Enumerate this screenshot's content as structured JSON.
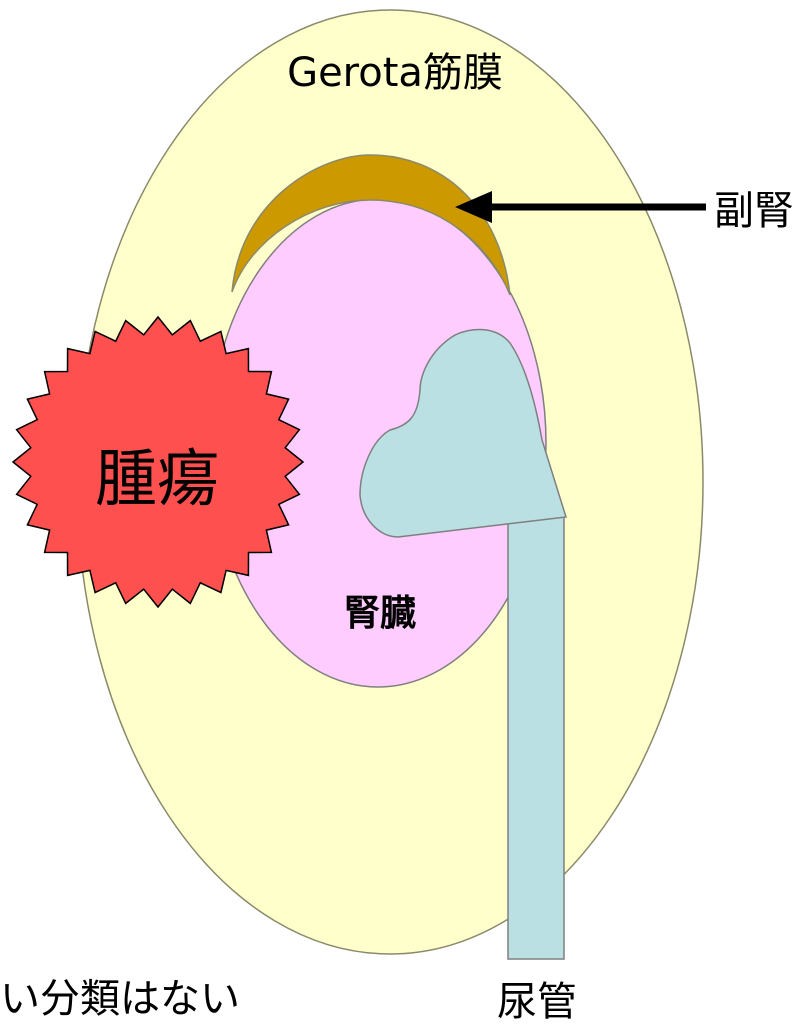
{
  "labels": {
    "fascia": "Gerota筋膜",
    "adrenal": "副腎",
    "tumor": "腫瘍",
    "kidney": "腎臓",
    "ureter": "尿管",
    "caption": "い分類はない"
  },
  "colors": {
    "fascia_fill": "#FFFFCC",
    "fascia_stroke": "#8A8A6A",
    "kidney_fill": "#FFCCFF",
    "kidney_stroke": "#7F7F7F",
    "adrenal_fill": "#CC9900",
    "tumor_fill": "#FF5050",
    "pelvis_fill": "#BBE0E3",
    "arrow": "#000000"
  }
}
